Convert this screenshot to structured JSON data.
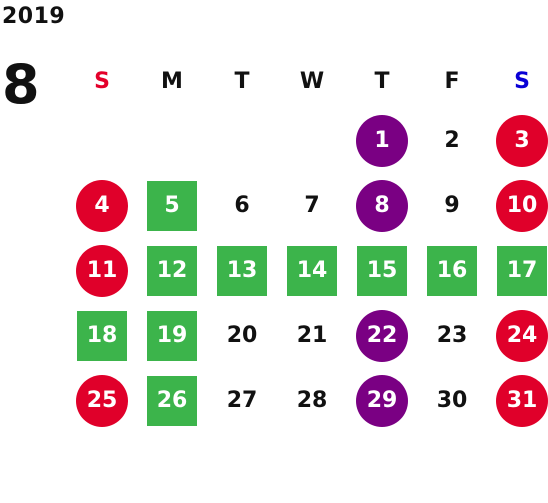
{
  "year": "2019",
  "month": "8",
  "colors": {
    "sunday": "#e4002b",
    "saturday": "#0a00d6",
    "holiday_circle": "#e0002a",
    "purple_circle": "#7a0083",
    "green_square": "#3cb44b",
    "text": "#111111"
  },
  "weekdays": [
    {
      "label": "S",
      "kind": "sun"
    },
    {
      "label": "M",
      "kind": "normal"
    },
    {
      "label": "T",
      "kind": "normal"
    },
    {
      "label": "W",
      "kind": "normal"
    },
    {
      "label": "T",
      "kind": "normal"
    },
    {
      "label": "F",
      "kind": "normal"
    },
    {
      "label": "S",
      "kind": "sat"
    }
  ],
  "weeks": [
    [
      null,
      null,
      null,
      null,
      {
        "day": "1",
        "style": "purple"
      },
      {
        "day": "2",
        "style": "plain"
      },
      {
        "day": "3",
        "style": "red"
      }
    ],
    [
      {
        "day": "4",
        "style": "red"
      },
      {
        "day": "5",
        "style": "green"
      },
      {
        "day": "6",
        "style": "plain"
      },
      {
        "day": "7",
        "style": "plain"
      },
      {
        "day": "8",
        "style": "purple"
      },
      {
        "day": "9",
        "style": "plain"
      },
      {
        "day": "10",
        "style": "red"
      }
    ],
    [
      {
        "day": "11",
        "style": "red"
      },
      {
        "day": "12",
        "style": "green"
      },
      {
        "day": "13",
        "style": "green"
      },
      {
        "day": "14",
        "style": "green"
      },
      {
        "day": "15",
        "style": "green"
      },
      {
        "day": "16",
        "style": "green"
      },
      {
        "day": "17",
        "style": "green"
      }
    ],
    [
      {
        "day": "18",
        "style": "green"
      },
      {
        "day": "19",
        "style": "green"
      },
      {
        "day": "20",
        "style": "plain"
      },
      {
        "day": "21",
        "style": "plain"
      },
      {
        "day": "22",
        "style": "purple"
      },
      {
        "day": "23",
        "style": "plain"
      },
      {
        "day": "24",
        "style": "red"
      }
    ],
    [
      {
        "day": "25",
        "style": "red"
      },
      {
        "day": "26",
        "style": "green"
      },
      {
        "day": "27",
        "style": "plain"
      },
      {
        "day": "28",
        "style": "plain"
      },
      {
        "day": "29",
        "style": "purple"
      },
      {
        "day": "30",
        "style": "plain"
      },
      {
        "day": "31",
        "style": "red"
      }
    ]
  ]
}
